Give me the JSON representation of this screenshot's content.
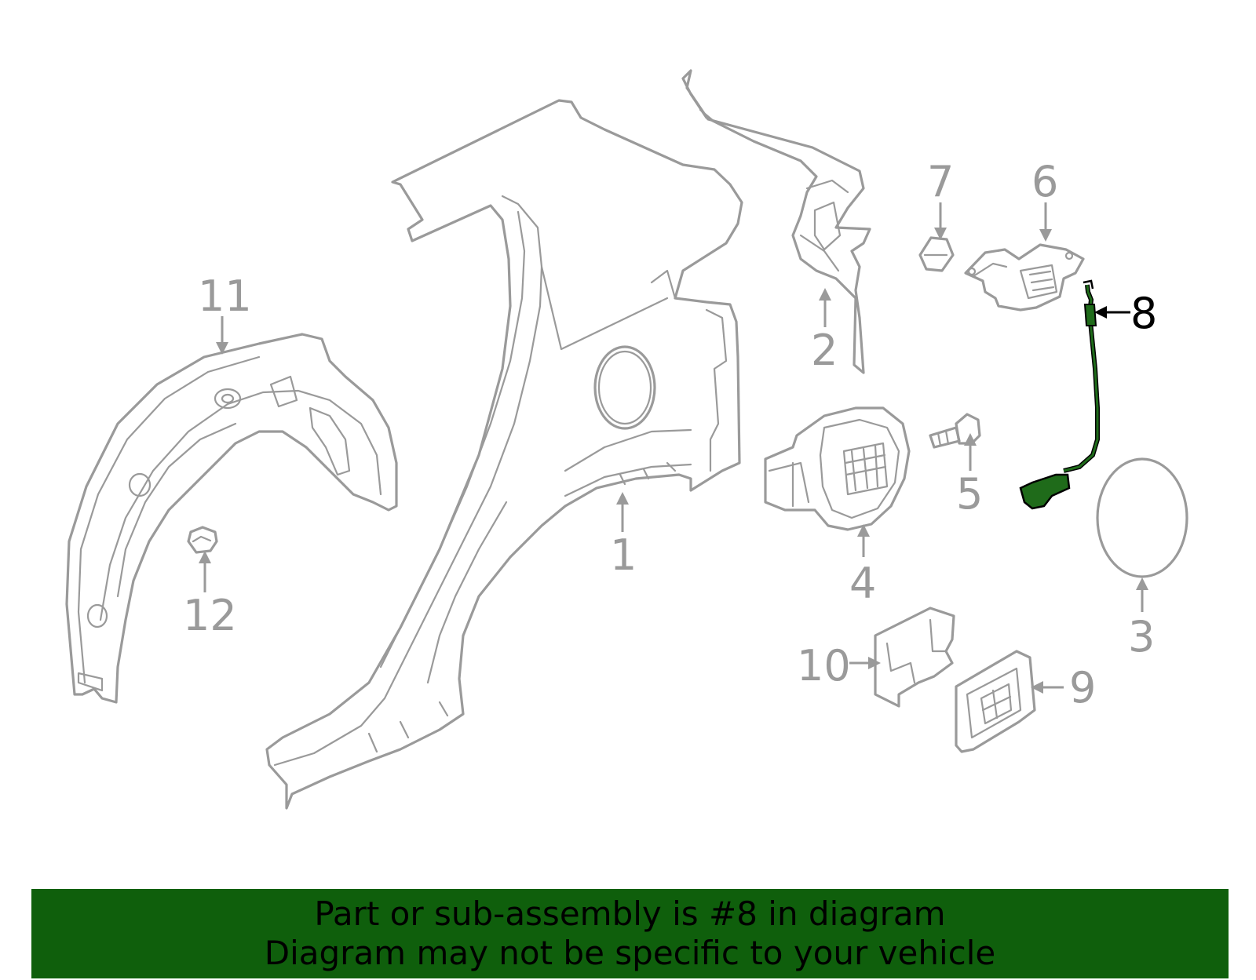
{
  "colors": {
    "part_stroke": "#9a9a9a",
    "highlight_part": "#1f6b1a",
    "banner_bg": "#0f5f0c",
    "highlight_label": "#000000"
  },
  "callouts": [
    {
      "id": "1",
      "label": "1"
    },
    {
      "id": "2",
      "label": "2"
    },
    {
      "id": "3",
      "label": "3"
    },
    {
      "id": "4",
      "label": "4"
    },
    {
      "id": "5",
      "label": "5"
    },
    {
      "id": "6",
      "label": "6"
    },
    {
      "id": "7",
      "label": "7"
    },
    {
      "id": "8",
      "label": "8",
      "highlighted": true
    },
    {
      "id": "9",
      "label": "9"
    },
    {
      "id": "10",
      "label": "10"
    },
    {
      "id": "11",
      "label": "11"
    },
    {
      "id": "12",
      "label": "12"
    }
  ],
  "banner": {
    "line1": "Part or sub-assembly is #8 in diagram",
    "line2": "Diagram may not be specific to your vehicle"
  }
}
